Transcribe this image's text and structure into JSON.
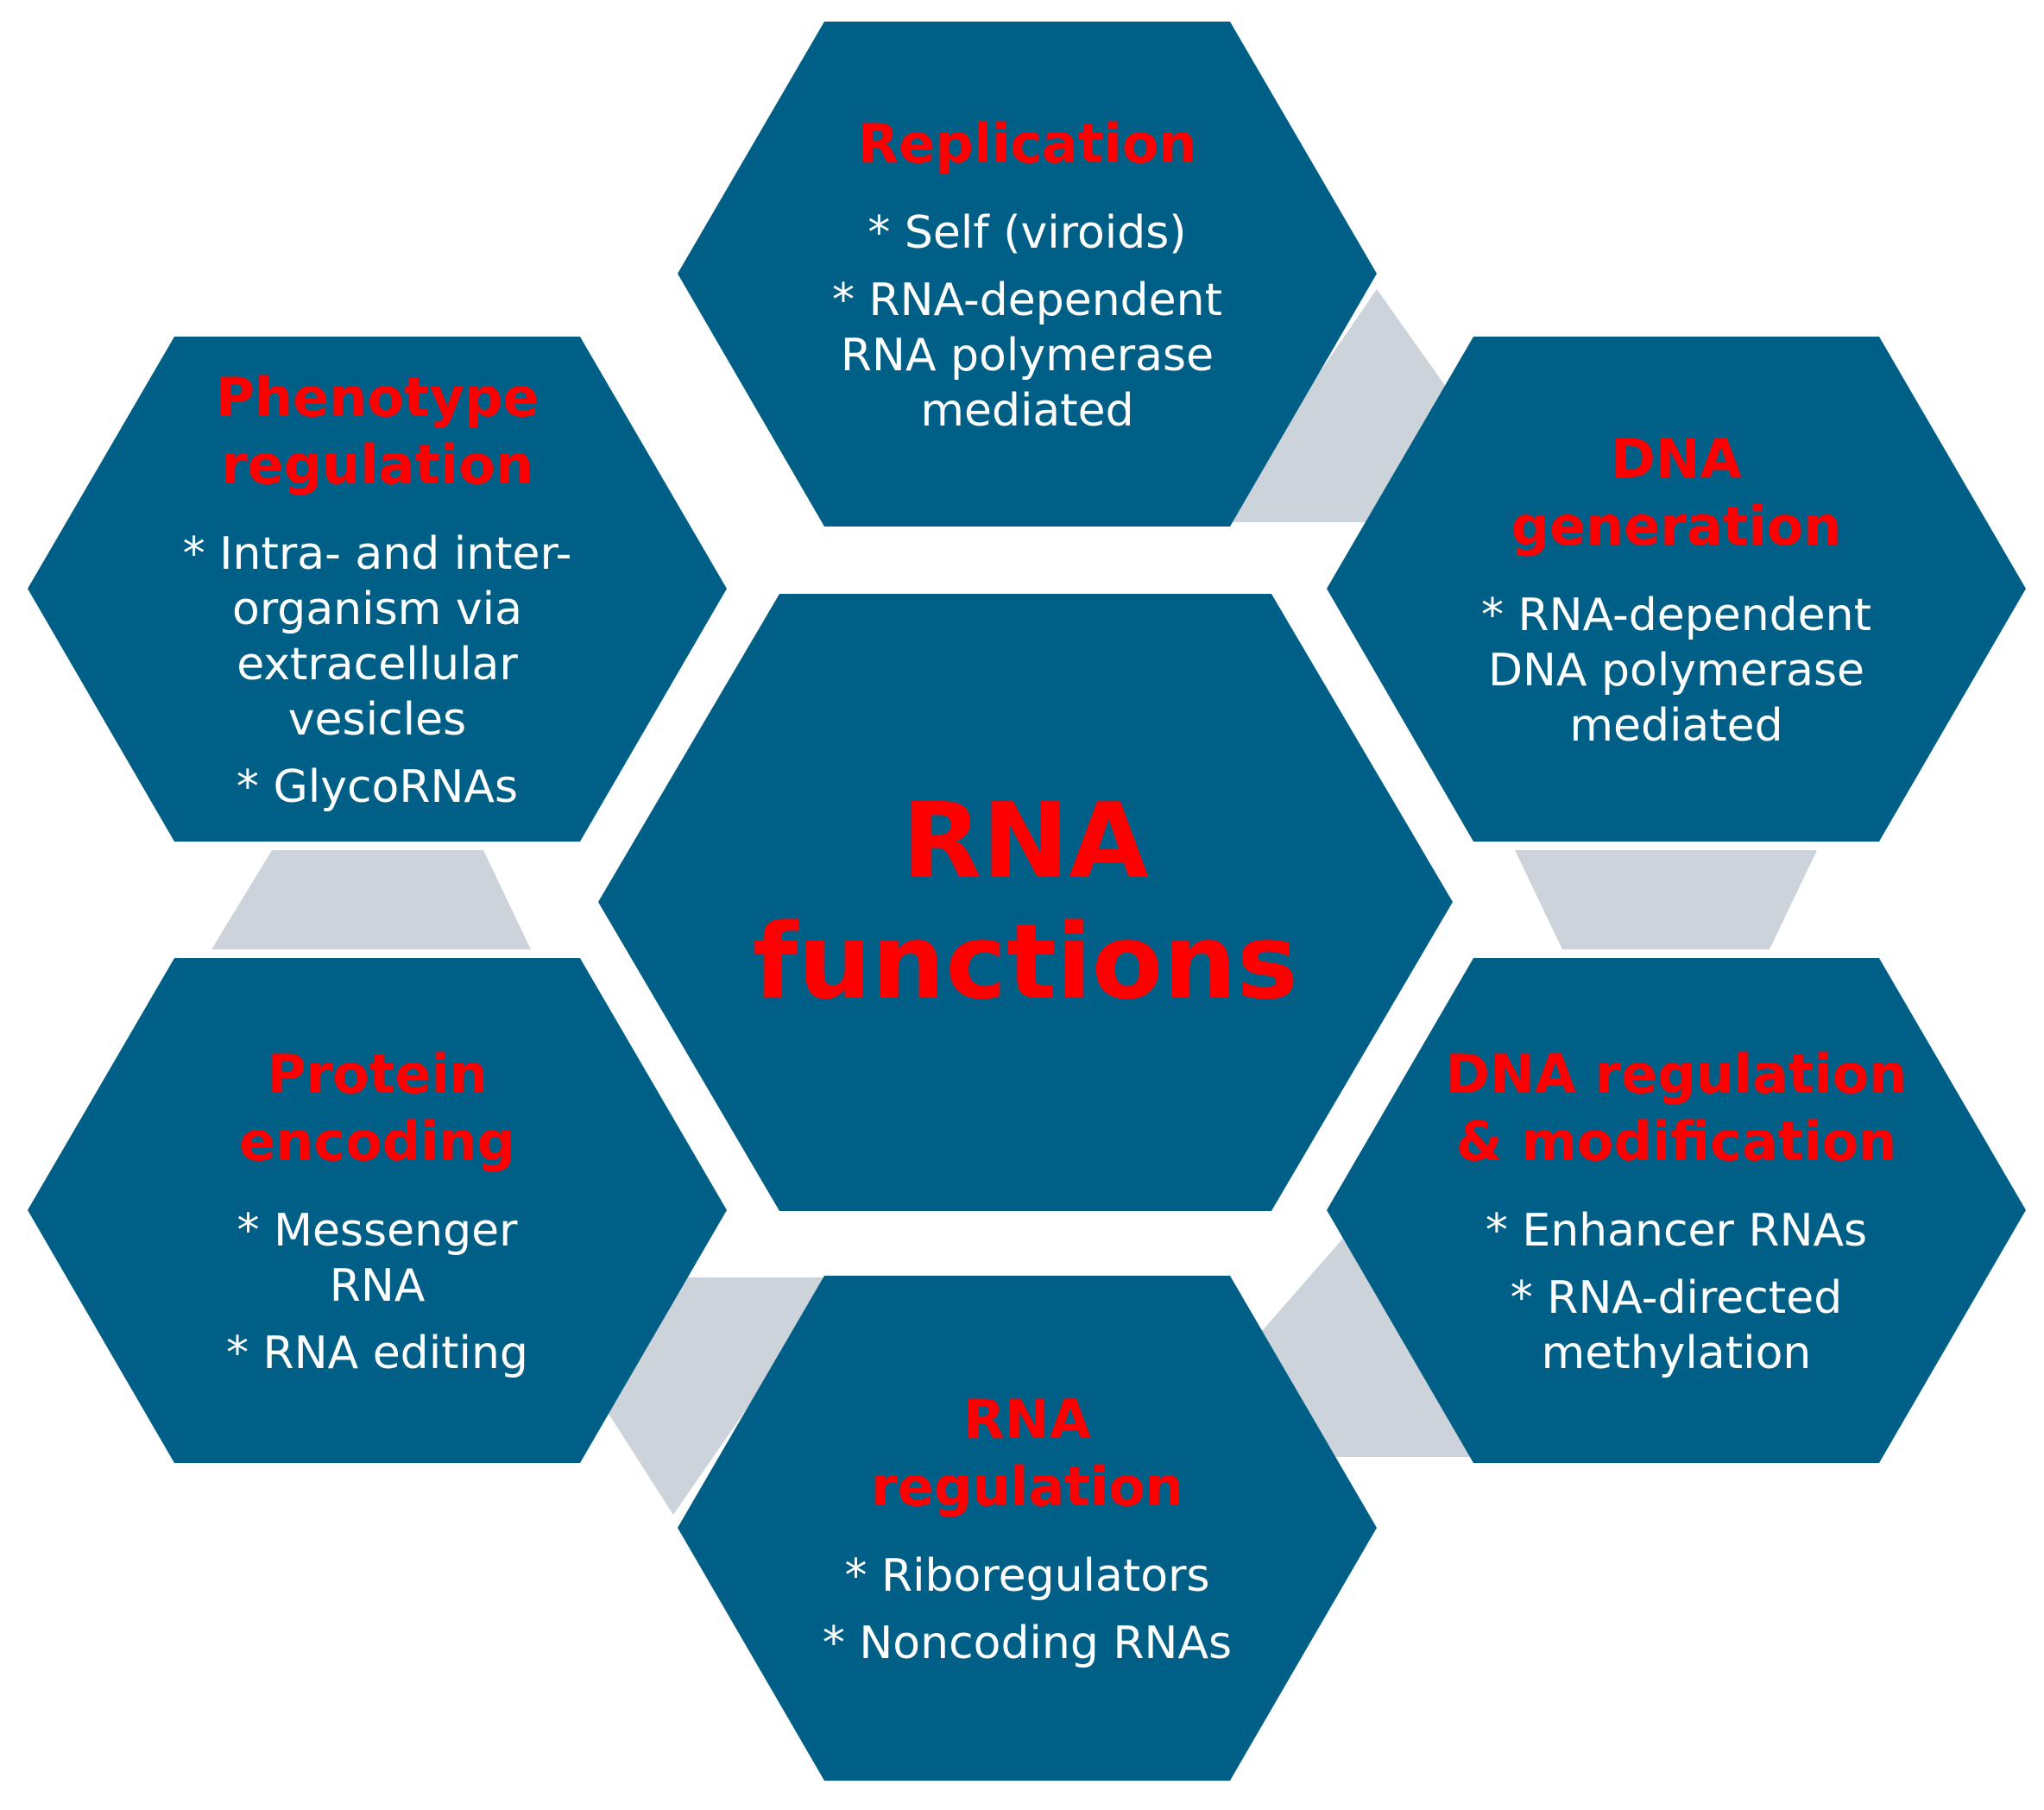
{
  "colors": {
    "hex_fill": "#005F86",
    "connector_fill": "#CDD3DA",
    "title_color": "#FF0000",
    "bullet_color": "#FFFFFF"
  },
  "center": {
    "title": "RNA functions"
  },
  "hexagons": {
    "replication": {
      "title": "Replication",
      "bullets": [
        "* Self (viroids)",
        "* RNA-dependent RNA polymerase mediated"
      ]
    },
    "dna_generation": {
      "title": "DNA generation",
      "bullets": [
        "* RNA-dependent DNA polymerase mediated"
      ]
    },
    "dna_regulation": {
      "title": "DNA regulation & modification",
      "bullets": [
        "* Enhancer RNAs",
        "* RNA-directed methylation"
      ]
    },
    "rna_regulation": {
      "title": "RNA regulation",
      "bullets": [
        "* Riboregulators",
        "* Noncoding RNAs"
      ]
    },
    "protein_encoding": {
      "title": "Protein encoding",
      "bullets": [
        "* Messenger RNA",
        "* RNA editing"
      ]
    },
    "phenotype_regulation": {
      "title": "Phenotype regulation",
      "bullets": [
        "* Intra- and inter-organism via extracellular vesicles",
        "* GlycoRNAs"
      ]
    }
  }
}
